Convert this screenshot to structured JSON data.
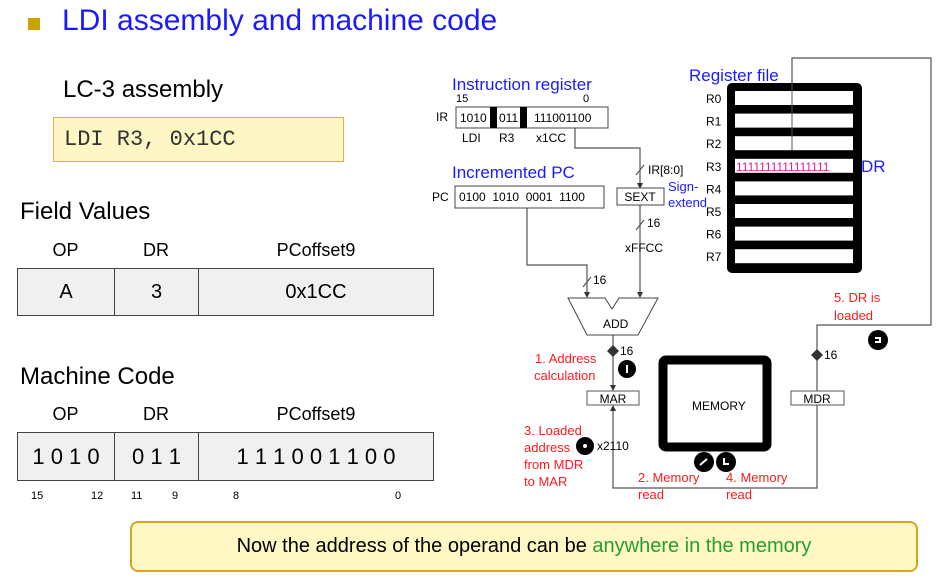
{
  "title": "LDI assembly and machine code",
  "assembly": {
    "heading": "LC-3 assembly",
    "code": "LDI R3, 0x1CC"
  },
  "field_values": {
    "heading": "Field Values",
    "headers": [
      "OP",
      "DR",
      "PCoffset9"
    ],
    "values": [
      "A",
      "3",
      "0x1CC"
    ]
  },
  "machine_code": {
    "heading": "Machine Code",
    "headers": [
      "OP",
      "DR",
      "PCoffset9"
    ],
    "values": [
      "1 0 1 0",
      "0 1 1",
      "1 1 1 0 0 1 1 0 0"
    ],
    "bit_labels": [
      "15",
      "12",
      "11",
      "9",
      "8",
      "0"
    ]
  },
  "note": {
    "prefix": "Now the address of the operand can be ",
    "highlight": "anywhere in the memory"
  },
  "diagram": {
    "ir_title": "Instruction register",
    "ir_label": "IR",
    "ir_bit_hi": "15",
    "ir_bit_lo": "0",
    "ir_fields": [
      "1010",
      "011",
      "111001100"
    ],
    "ir_field_names": [
      "LDI",
      "R3",
      "x1CC"
    ],
    "ir_slice": "IR[8:0]",
    "pc_title": "Incremented PC",
    "pc_label": "PC",
    "pc_value": "0100  1010  0001  1100",
    "sext": "SEXT",
    "sign_extend": [
      "Sign-",
      "extend"
    ],
    "width16": "16",
    "sext_value": "xFFCC",
    "add": "ADD",
    "mar": "MAR",
    "mdr": "MDR",
    "memory": "MEMORY",
    "mar_value": "x2110",
    "register_file_title": "Register file",
    "registers": [
      "R0",
      "R1",
      "R2",
      "R3",
      "R4",
      "R5",
      "R6",
      "R7"
    ],
    "r3_value": "1111111111111111",
    "dr_label": "DR",
    "steps": {
      "s1": [
        "1. Address",
        "calculation"
      ],
      "s2": [
        "2. Memory",
        "read"
      ],
      "s3": [
        "3. Loaded",
        "address",
        "from MDR",
        "to MAR"
      ],
      "s4": [
        "4. Memory",
        "read"
      ],
      "s5": [
        "5. DR is",
        "loaded"
      ]
    },
    "colors": {
      "blue": "#1a1aff",
      "red": "#ff1a1a",
      "magenta": "#e0208a"
    }
  }
}
